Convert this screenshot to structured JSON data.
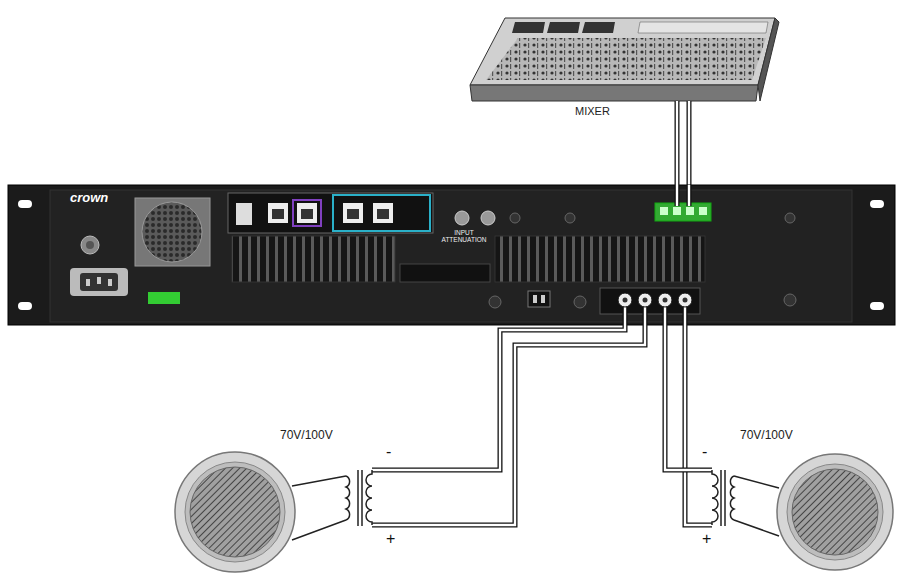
{
  "diagram": {
    "nodes": [
      {
        "text": [
          "MIXER"
        ]
      },
      {
        "text": [
          "crown",
          "INPUT ATTENUATION"
        ]
      },
      {
        "text": [
          "70V/100V"
        ]
      },
      {
        "text": [
          "70V/100V"
        ]
      }
    ],
    "edges": [
      {
        "from": 0,
        "to": 1,
        "arrow": "none"
      },
      {
        "from": 1,
        "to": 2,
        "arrow": "none"
      },
      {
        "from": 1,
        "to": 3,
        "arrow": "none"
      }
    ],
    "labels": [
      "-",
      "+",
      "-",
      "+"
    ]
  }
}
